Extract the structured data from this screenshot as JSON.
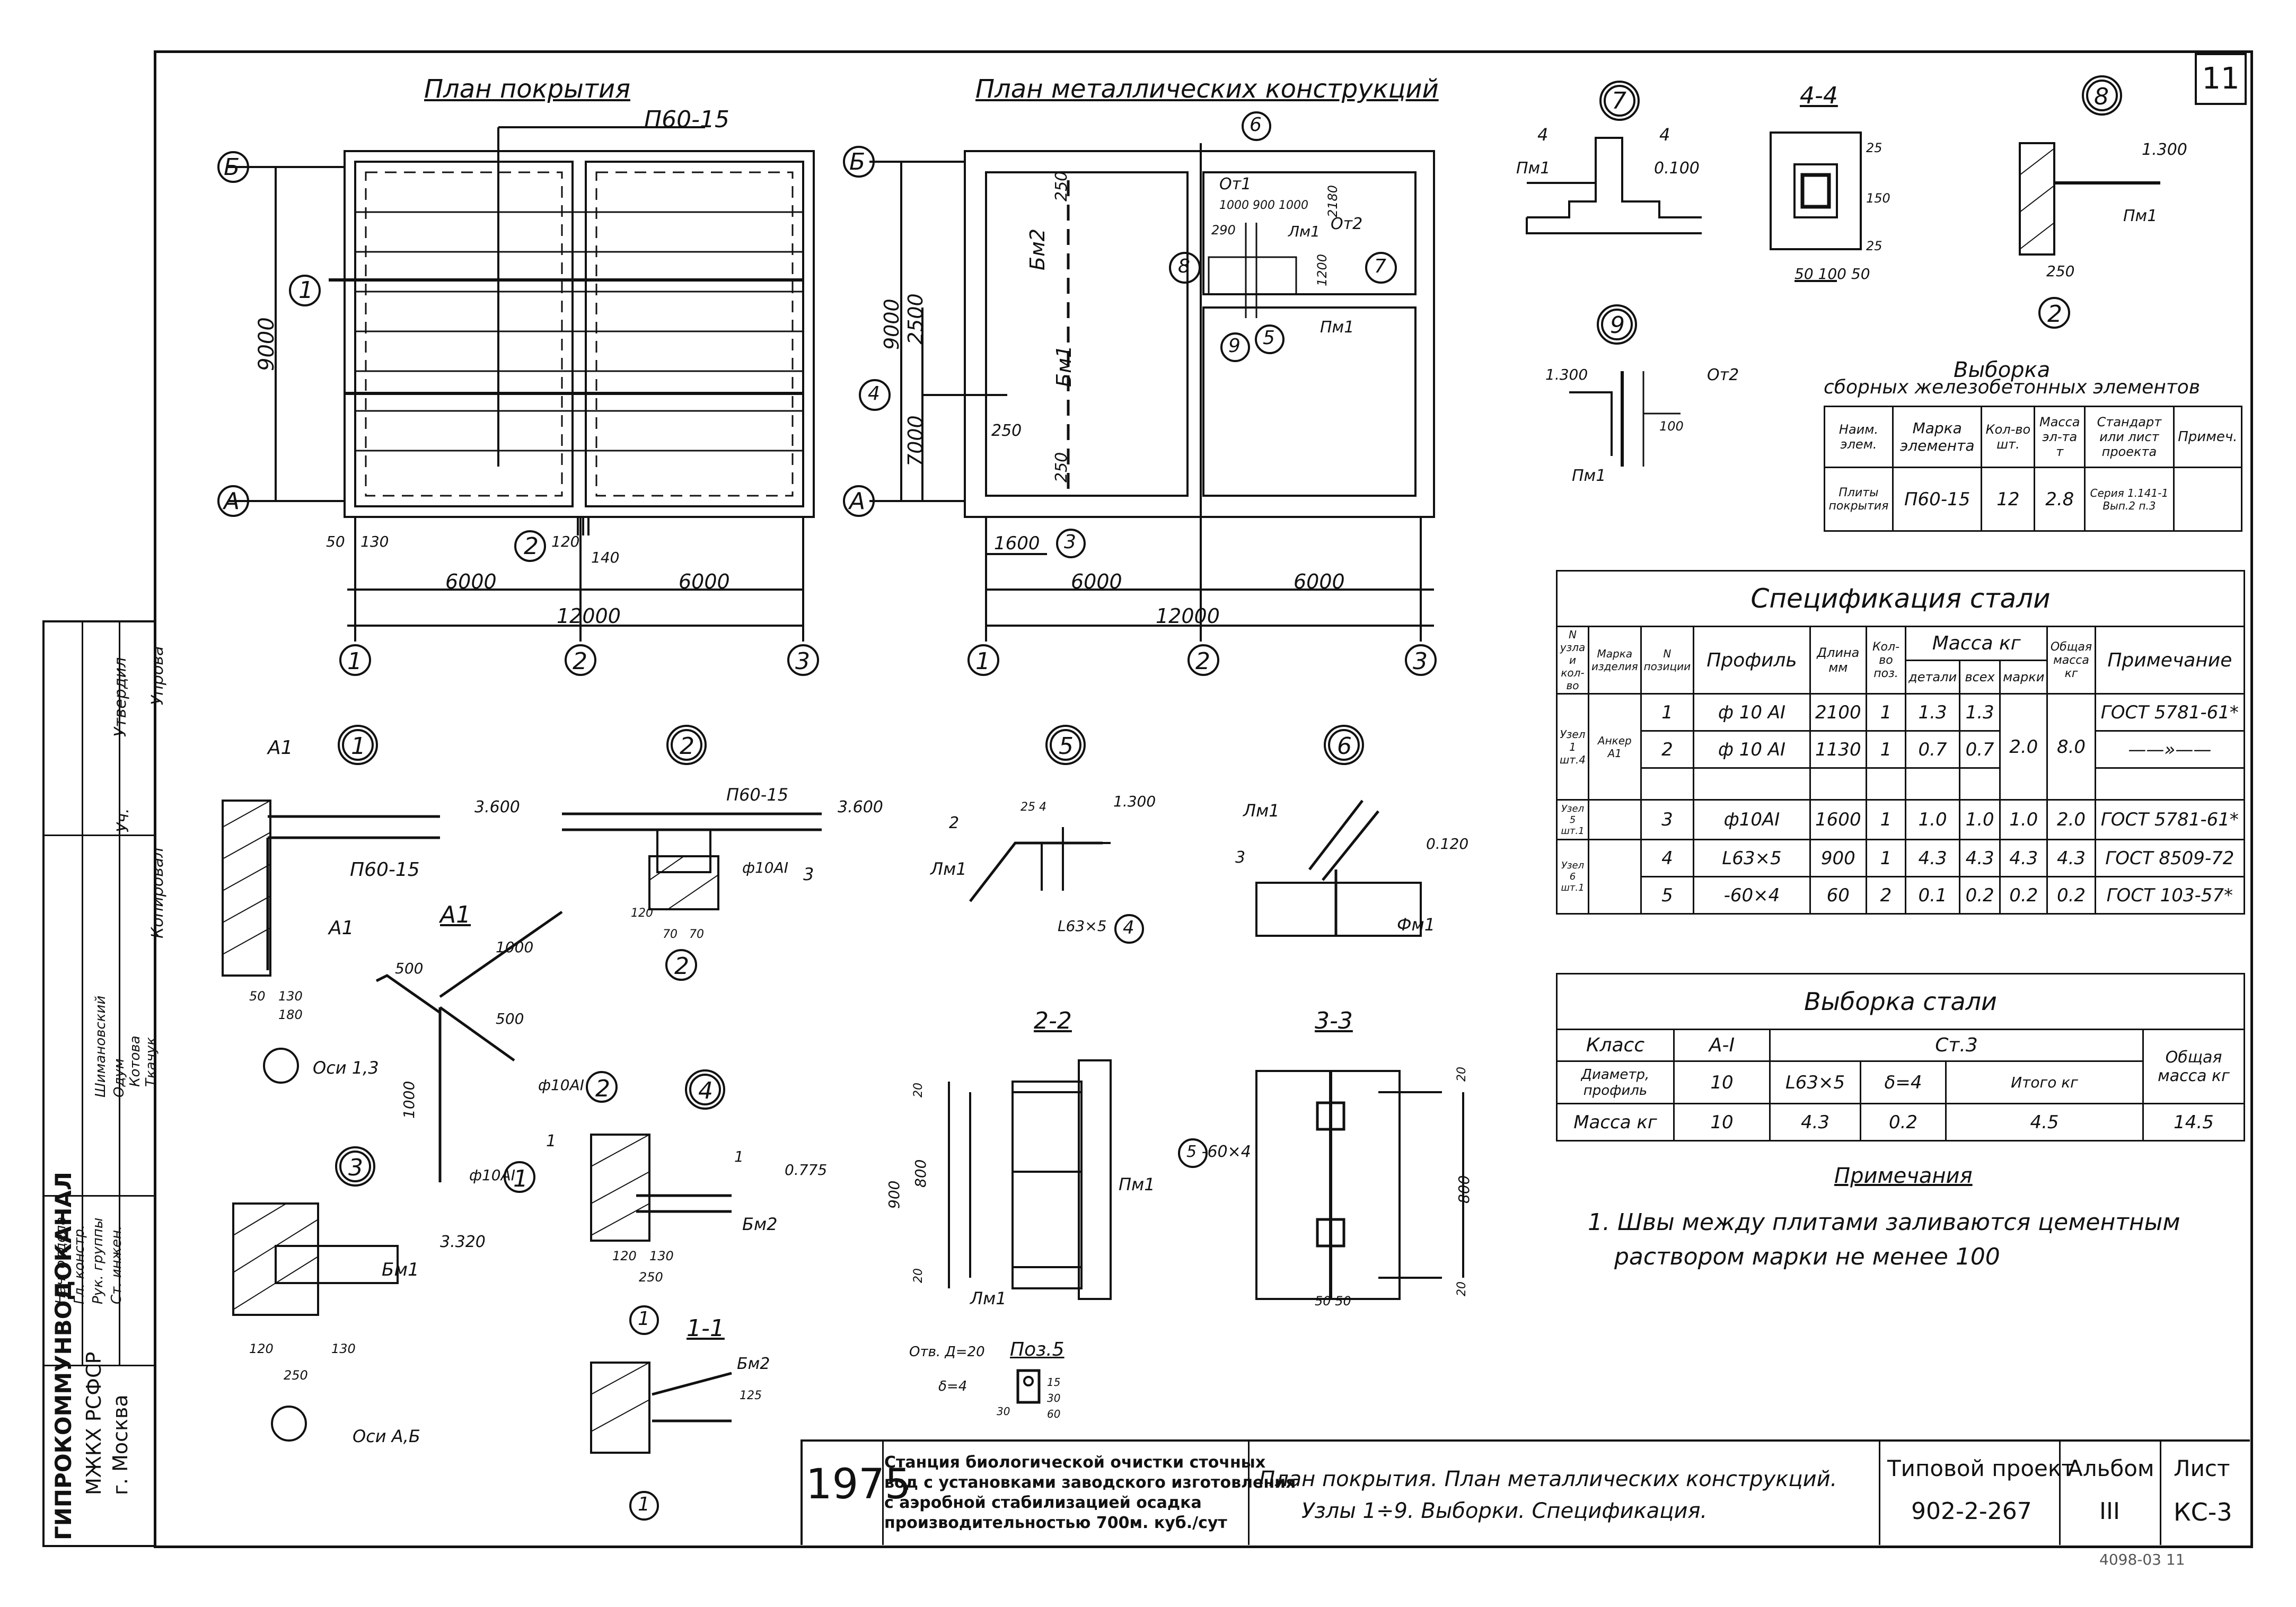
{
  "sheet_number": "11",
  "plan_titles": {
    "roof_plan": "План покрытия",
    "metal_plan": "План металлических конструкций"
  },
  "axes": {
    "letter_b": "Б",
    "letter_a": "А",
    "num_1": "1",
    "num_2": "2",
    "num_3": "3"
  },
  "roof_plan": {
    "slab_label": "П60-15",
    "dim_9000": "9000",
    "dim_6000_left": "6000",
    "dim_6000_right": "6000",
    "dim_12000": "12000",
    "dim_50": "50",
    "dim_130": "130",
    "dim_120": "120",
    "dim_140": "140",
    "node_1": "1",
    "node_2": "2"
  },
  "metal_plan": {
    "beam_bm2": "Бм2",
    "beam_bm1": "Бм1",
    "dim_9000": "9000",
    "dim_2500": "2500",
    "dim_7000": "7000",
    "dim_250_a": "250",
    "dim_250_b": "250",
    "dim_250_c": "250",
    "dim_1600": "1600",
    "dim_6000_left": "6000",
    "dim_6000_right": "6000",
    "dim_12000": "12000",
    "om1": "От1",
    "om2": "От2",
    "lm1_a": "Лм1",
    "pm1": "Пм1",
    "dims_top": "1000 900 1000",
    "dim_290": "290",
    "dim_2180": "2180",
    "dim_1200": "1200",
    "nodes": [
      "6",
      "8",
      "7",
      "9",
      "5",
      "4",
      "3"
    ]
  },
  "details": {
    "node7": {
      "num": "7",
      "sec_left": "4",
      "sec_right": "4",
      "elev": "0.100",
      "lbl": "Пм1"
    },
    "sec44": {
      "title": "4-4",
      "dims": [
        "25",
        "150",
        "25"
      ],
      "bottom": "50 100 50"
    },
    "node8": {
      "num": "8",
      "elev": "1.300",
      "lbl": "Пм1",
      "dim": "250",
      "ref": "2"
    },
    "node9": {
      "num": "9",
      "elev": "1.300",
      "lbl_top": "От2",
      "dim": "100",
      "lbl_bot": "Пм1"
    },
    "node1": {
      "num": "1",
      "a1_top": "А1",
      "slab": "П60-15",
      "elev": "3.600",
      "a1_mid": "А1",
      "dims": [
        "50",
        "130",
        "180"
      ],
      "axis": "Оси 1,3"
    },
    "a1": {
      "title": "А1",
      "d1000_top": "1000",
      "d500_a": "500",
      "d500_b": "500",
      "d1000_side": "1000",
      "bar_a": "ф10АI",
      "bar_b": "ф10АI",
      "ref_a": "2",
      "ref_b": "1",
      "sec": "1"
    },
    "node2": {
      "num": "2",
      "slab": "П60-15",
      "elev": "3.600",
      "bar": "ф10АI",
      "side": "3",
      "dims": [
        "120",
        "70",
        "70"
      ],
      "ref": "2"
    },
    "node3": {
      "num": "3",
      "elev": "3.320",
      "beam": "Бм1",
      "dims": [
        "120",
        "250",
        "130"
      ],
      "axis": "Оси А,Б"
    },
    "node4": {
      "num": "4",
      "elev": "0.775",
      "beam": "Бм2",
      "sec": "1",
      "dims": [
        "120",
        "130",
        "250"
      ],
      "ref": "1"
    },
    "sec11": {
      "title": "1-1",
      "beam": "Бм2",
      "dim": "125",
      "ref": "1"
    },
    "node5": {
      "num": "5",
      "sec": "2",
      "elev": "1.300",
      "dims": "25  4",
      "lbl": "Лм1",
      "angle": "L63×5",
      "ref": "4"
    },
    "node6": {
      "num": "6",
      "lbl": "Лм1",
      "sec": "3",
      "elev": "0.120",
      "anchor": "Фм1"
    },
    "sec22": {
      "title": "2-2",
      "dims": [
        "900",
        "800",
        "20",
        "20"
      ],
      "pm1": "Пм1",
      "lm1": "Лм1"
    },
    "sec33": {
      "title": "3-3",
      "plate": "5  -60×4",
      "dim_800": "800",
      "dims_bottom": "50 50",
      "dim_20a": "20",
      "dim_20b": "20"
    },
    "poz5": {
      "title": "Поз.5",
      "hole": "Отв. Д=20",
      "thk": "δ=4",
      "dims": [
        "30",
        "15",
        "30",
        "60"
      ]
    }
  },
  "rc_table": {
    "title": "Выборка",
    "subtitle": "сборных железобетонных элементов",
    "headers": [
      "Наим. элем.",
      "Марка элемента",
      "Кол-во шт.",
      "Масса эл-та т",
      "Стандарт или лист проекта",
      "Примеч."
    ],
    "row": [
      "Плиты покрытия",
      "П60-15",
      "12",
      "2.8",
      "Серия 1.141-1 Вып.2 п.3",
      ""
    ]
  },
  "steel_spec": {
    "title": "Спецификация стали",
    "headers": {
      "node": "N узла и кол-во",
      "mark": "Марка изделия",
      "pos": "N позиции",
      "profile": "Профиль",
      "length": "Длина мм",
      "qty": "Кол-во поз.",
      "mass": "Масса кг",
      "detail": "детали",
      "all": "всех",
      "markm": "марки",
      "total": "Общая масса кг",
      "note": "Примечание"
    },
    "groups": [
      {
        "node": "Узел 1 шт.4",
        "mark": "Анкер А1"
      },
      {
        "node": "Узел 5 шт.1",
        "mark": ""
      },
      {
        "node": "Узел 6 шт.1",
        "mark": ""
      }
    ],
    "rows": [
      [
        "1",
        "ф 10 АI",
        "2100",
        "1",
        "1.3",
        "1.3",
        "",
        "",
        "ГОСТ 5781-61*"
      ],
      [
        "2",
        "ф 10 АI",
        "1130",
        "1",
        "0.7",
        "0.7",
        "2.0",
        "8.0",
        "——»——"
      ],
      [
        "3",
        "ф10АI",
        "1600",
        "1",
        "1.0",
        "1.0",
        "1.0",
        "2.0",
        "ГОСТ 5781-61*"
      ],
      [
        "4",
        "L63×5",
        "900",
        "1",
        "4.3",
        "4.3",
        "4.3",
        "4.3",
        "ГОСТ 8509-72"
      ],
      [
        "5",
        "-60×4",
        "60",
        "2",
        "0.1",
        "0.2",
        "0.2",
        "0.2",
        "ГОСТ 103-57*"
      ]
    ]
  },
  "steel_summary": {
    "title": "Выборка стали",
    "col_class": "Класс",
    "col_ai": "А-I",
    "col_st3": "Ст.3",
    "col_total": "Общая масса кг",
    "row_profile": [
      "Диаметр, профиль",
      "10",
      "L63×5",
      "δ=4",
      "Итого кг"
    ],
    "row_mass": [
      "Масса кг",
      "10",
      "4.3",
      "0.2",
      "4.5",
      "14.5"
    ]
  },
  "notes": {
    "title": "Примечания",
    "lines": [
      "1. Швы между плитами заливаются цементным",
      "раствором марки не менее 100"
    ]
  },
  "left_stamp": {
    "org": "ГИПРОКОММУНВОДОКАНАЛ",
    "sub1": "МЖКХ  РСФСР",
    "sub2": "г. Москва",
    "roles": [
      "Нач. отдела",
      "Гл. констр.",
      "Рук. группы",
      "Ст. инжен."
    ],
    "names": [
      "Шимановский",
      "Одум",
      "Котова",
      "Ткачук"
    ],
    "top_cells": [
      "Утвердил",
      "Уч.",
      "Копировал"
    ],
    "extra": "Упрова"
  },
  "title_block": {
    "year": "1975",
    "station": [
      "Станция биологической очистки сточных",
      "вод с установками заводского изготовления",
      "с аэробной стабилизацией осадка",
      "производительностью 700м. куб./сут"
    ],
    "sheet_title": [
      "План покрытия. План металлических конструкций.",
      "Узлы 1÷9.  Выборки. Спецификация."
    ],
    "project_label": "Типовой проект",
    "project_no": "902-2-267",
    "album_label": "Альбом",
    "album_no": "III",
    "list_label": "Лист",
    "list_no": "КС-3"
  },
  "footer_code": "4098-03     11"
}
